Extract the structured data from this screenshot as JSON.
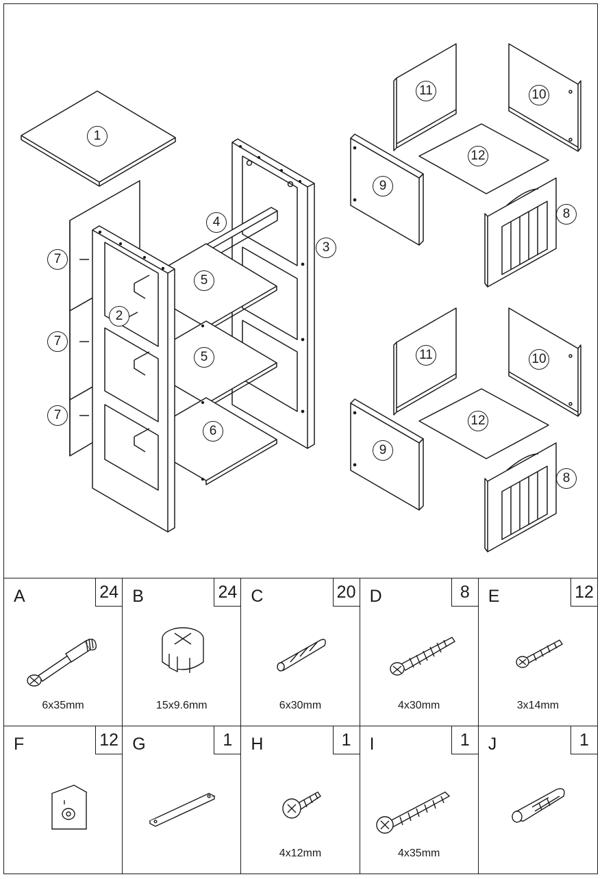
{
  "diagram": {
    "callouts": {
      "c1": "1",
      "c2": "2",
      "c3": "3",
      "c4": "4",
      "c5a": "5",
      "c5b": "5",
      "c6": "6",
      "c7a": "7",
      "c7b": "7",
      "c7c": "7",
      "c8a": "8",
      "c8b": "8",
      "c9a": "9",
      "c9b": "9",
      "c10a": "10",
      "c10b": "10",
      "c11a": "11",
      "c11b": "11",
      "c12a": "12",
      "c12b": "12"
    }
  },
  "hardware": [
    {
      "letter": "A",
      "qty": "24",
      "size": "6x35mm",
      "icon": "cam-bolt-icon"
    },
    {
      "letter": "B",
      "qty": "24",
      "size": "15x9.6mm",
      "icon": "cam-lock-icon"
    },
    {
      "letter": "C",
      "qty": "20",
      "size": "6x30mm",
      "icon": "wood-dowel-icon"
    },
    {
      "letter": "D",
      "qty": "8",
      "size": "4x30mm",
      "icon": "wood-screw-icon"
    },
    {
      "letter": "E",
      "qty": "12",
      "size": "3x14mm",
      "icon": "small-screw-icon"
    },
    {
      "letter": "F",
      "qty": "12",
      "size": "",
      "icon": "corner-bracket-icon"
    },
    {
      "letter": "G",
      "qty": "1",
      "size": "",
      "icon": "metal-strap-icon"
    },
    {
      "letter": "H",
      "qty": "1",
      "size": "4x12mm",
      "icon": "pan-head-screw-icon"
    },
    {
      "letter": "I",
      "qty": "1",
      "size": "4x35mm",
      "icon": "long-screw-icon"
    },
    {
      "letter": "J",
      "qty": "1",
      "size": "",
      "icon": "wall-anchor-icon"
    }
  ]
}
